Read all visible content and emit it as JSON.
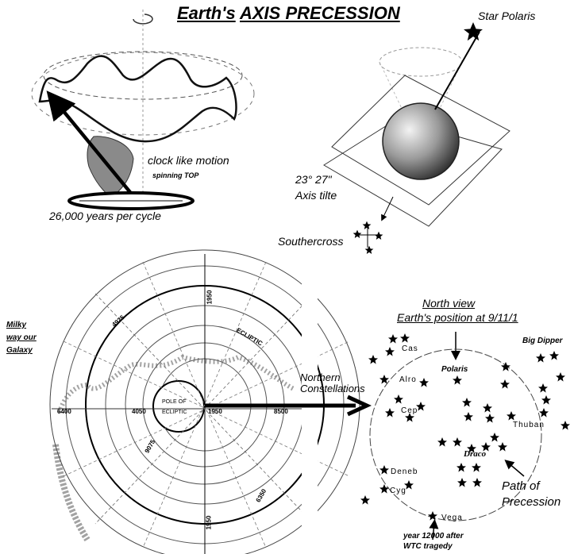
{
  "title": {
    "part1": "Earth's",
    "part2": "AXIS PRECESSION"
  },
  "spinning_top": {
    "motion_label": "clock like motion",
    "sub_label": "spinning TOP",
    "cycle_label": "26,000 years per cycle"
  },
  "globe": {
    "star_label": "Star Polaris",
    "tilt_value": "23° 27\"",
    "tilt_label": "Axis tilte",
    "south_label": "Southercross"
  },
  "star_chart": {
    "milky_way_label": [
      "Milky",
      "way our",
      "Galaxy"
    ],
    "pole_label": [
      "POLE OF",
      "ECLIPTIC"
    ],
    "ecliptic_label": "ECLIPTIC",
    "year_labels": [
      "1950",
      "4050",
      "6400",
      "1950",
      "8500",
      "9075",
      "1950",
      "6350",
      "4925"
    ],
    "arrow_label": [
      "Northern",
      "Constellations"
    ]
  },
  "north_view": {
    "heading": [
      "North view",
      "Earth's position at 9/11/1"
    ],
    "stars": [
      "Cas",
      "Alro",
      "Cep",
      "Polaris",
      "Thuban",
      "Draco",
      "Deneb",
      "Cyg",
      "Vega"
    ],
    "big_dipper_label": "Big Dipper",
    "path_label": [
      "Path of",
      "Precession"
    ],
    "vega_note": [
      "year 12000 after",
      "WTC tragedy"
    ]
  }
}
